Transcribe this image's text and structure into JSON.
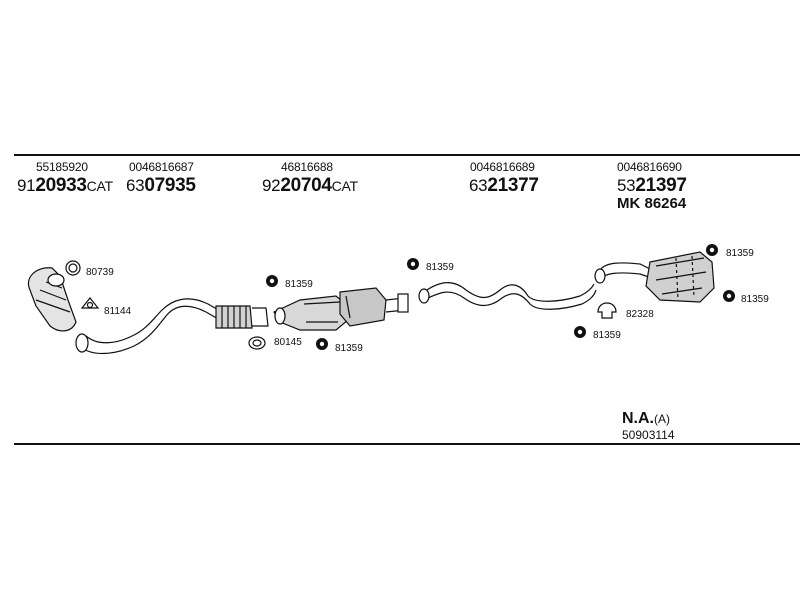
{
  "header_parts": [
    {
      "part_no": "55185920",
      "code_prefix": "91",
      "code_bold": "20933",
      "code_suffix": "CAT"
    },
    {
      "part_no": "0046816687",
      "code_prefix": "63",
      "code_bold": "07935",
      "code_suffix": ""
    },
    {
      "part_no": "46816688",
      "code_prefix": "92",
      "code_bold": "20704",
      "code_suffix": "CAT"
    },
    {
      "part_no": "0046816689",
      "code_prefix": "63",
      "code_bold": "21377",
      "code_suffix": ""
    },
    {
      "part_no": "0046816690",
      "code_prefix": "53",
      "code_bold": "21397",
      "code_suffix": ""
    }
  ],
  "mount_kit": "MK 86264",
  "callouts": {
    "c80739": "80739",
    "c81144": "81144",
    "c81359_a": "81359",
    "c80145": "80145",
    "c81359_b": "81359",
    "c81359_c": "81359",
    "c81359_d": "81359",
    "c82328": "82328",
    "c81359_e": "81359",
    "c81359_f": "81359"
  },
  "footer": {
    "na_label": "N.A.",
    "na_suffix": "(A)",
    "na_part": "50903114"
  }
}
